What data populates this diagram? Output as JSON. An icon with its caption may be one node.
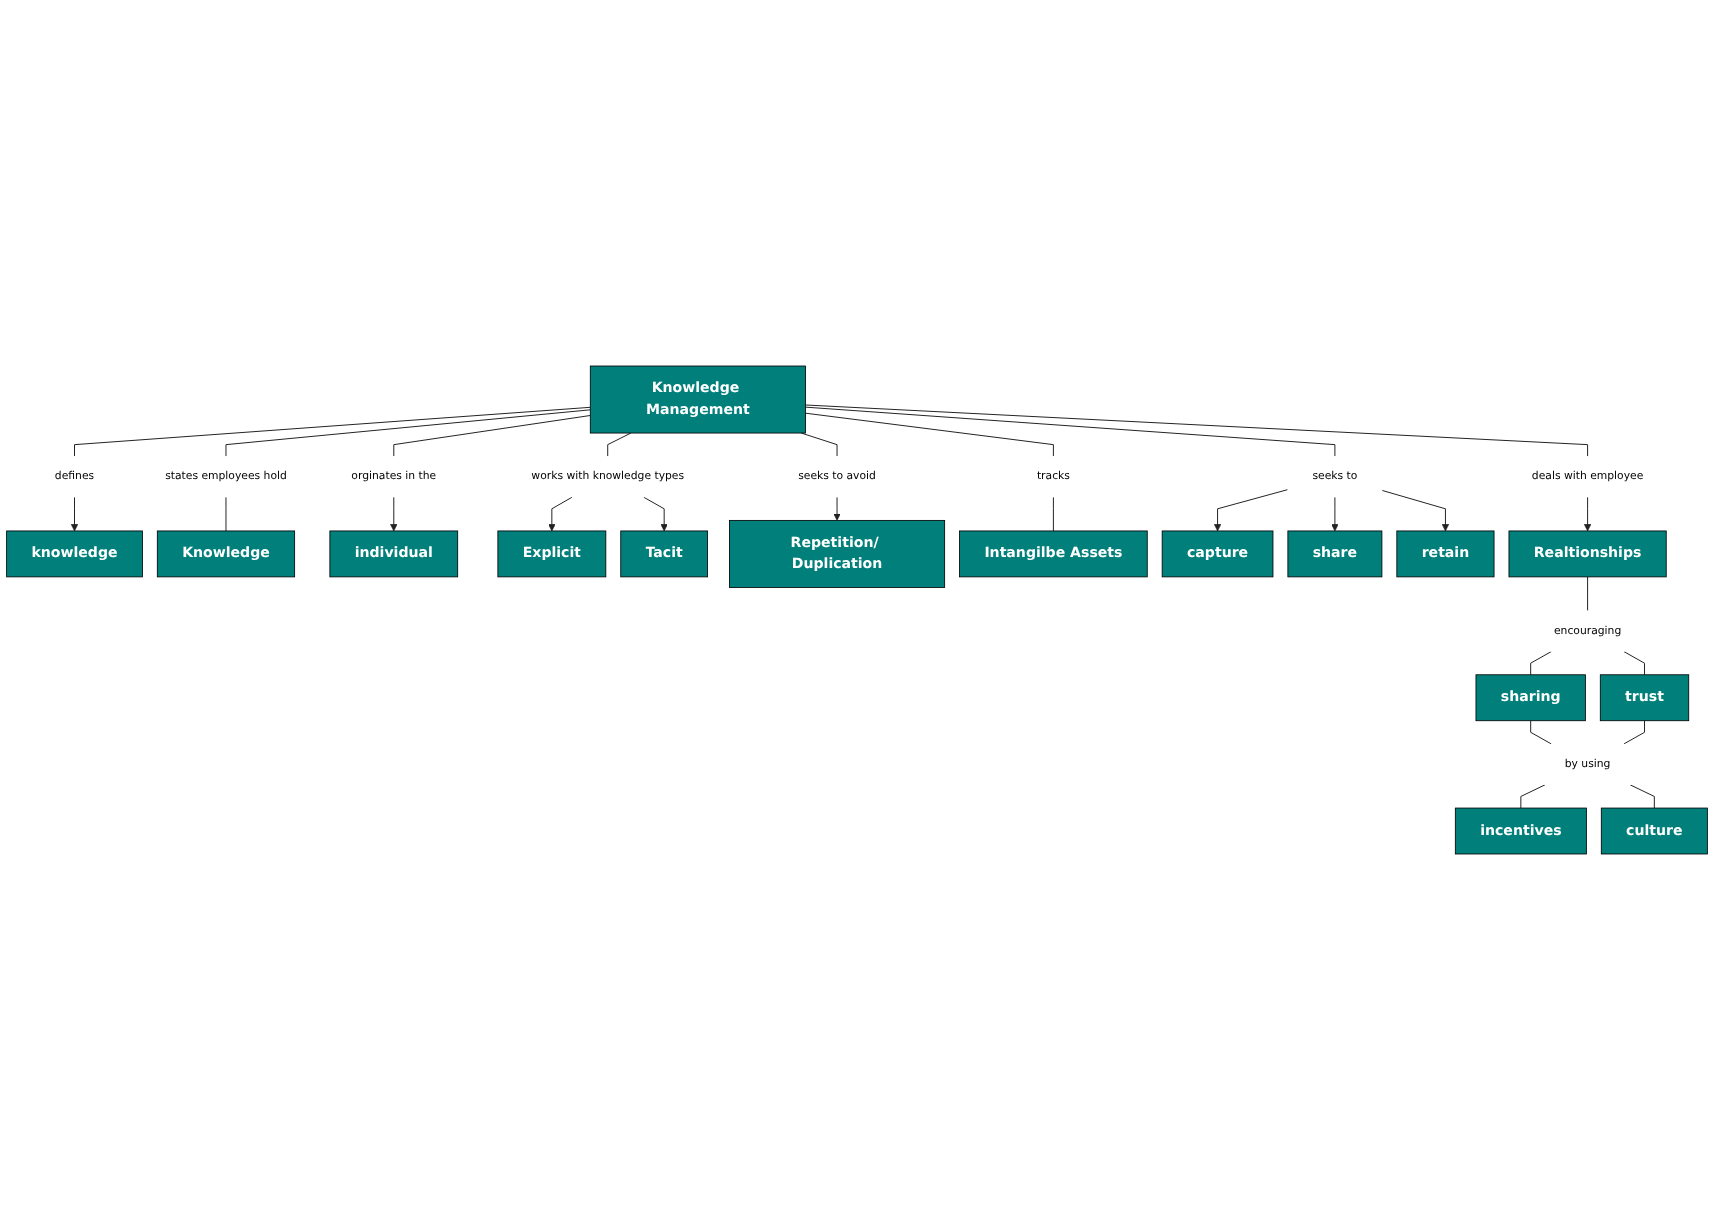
{
  "diagram": {
    "nodes": [
      {
        "text": [
          "knowledge"
        ]
      },
      {
        "text": [
          "Knowledge"
        ]
      },
      {
        "text": [
          "individual"
        ]
      },
      {
        "text": [
          "Explicit"
        ]
      },
      {
        "text": [
          "Knowledge Management"
        ]
      },
      {
        "text": [
          "Repetition/ Duplication"
        ]
      },
      {
        "text": [
          "Tacit"
        ]
      },
      {
        "text": [
          "capture"
        ]
      },
      {
        "text": [
          "share"
        ]
      },
      {
        "text": [
          "retain"
        ]
      },
      {
        "text": [
          "Intangilbe Assets"
        ]
      },
      {
        "text": [
          "Realtionships"
        ]
      },
      {
        "text": [
          "sharing"
        ]
      },
      {
        "text": [
          "trust"
        ]
      },
      {
        "text": [
          "incentives"
        ]
      },
      {
        "text": [
          "culture"
        ]
      },
      {
        "text": [
          "defines"
        ]
      },
      {
        "text": [
          "states employees hold"
        ]
      },
      {
        "text": [
          "orginates in the"
        ]
      },
      {
        "text": [
          "works with knowledge types"
        ]
      },
      {
        "text": [
          "seeks to avoid"
        ]
      },
      {
        "text": [
          "tracks"
        ]
      },
      {
        "text": [
          "seeks to"
        ]
      },
      {
        "text": [
          "deals with employee"
        ]
      },
      {
        "text": [
          "encouraging"
        ]
      },
      {
        "text": [
          "by using"
        ]
      }
    ],
    "edges": [
      {
        "from": 4,
        "to": 16,
        "arrow": "none"
      },
      {
        "from": 16,
        "to": 0,
        "arrow": "to"
      },
      {
        "from": 4,
        "to": 17,
        "arrow": "none"
      },
      {
        "from": 17,
        "to": 1,
        "arrow": "none"
      },
      {
        "from": 4,
        "to": 18,
        "arrow": "none"
      },
      {
        "from": 18,
        "to": 2,
        "arrow": "to"
      },
      {
        "from": 4,
        "to": 19,
        "arrow": "none"
      },
      {
        "from": 19,
        "to": 3,
        "arrow": "to"
      },
      {
        "from": 19,
        "to": 6,
        "arrow": "to"
      },
      {
        "from": 4,
        "to": 20,
        "arrow": "none"
      },
      {
        "from": 20,
        "to": 5,
        "arrow": "to"
      },
      {
        "from": 4,
        "to": 21,
        "arrow": "none"
      },
      {
        "from": 21,
        "to": 10,
        "arrow": "none"
      },
      {
        "from": 4,
        "to": 22,
        "arrow": "none"
      },
      {
        "from": 22,
        "to": 7,
        "arrow": "to"
      },
      {
        "from": 22,
        "to": 8,
        "arrow": "to"
      },
      {
        "from": 22,
        "to": 9,
        "arrow": "to"
      },
      {
        "from": 4,
        "to": 23,
        "arrow": "none"
      },
      {
        "from": 23,
        "to": 11,
        "arrow": "to"
      },
      {
        "from": 11,
        "to": 24,
        "arrow": "none"
      },
      {
        "from": 24,
        "to": 12,
        "arrow": "none"
      },
      {
        "from": 24,
        "to": 13,
        "arrow": "none"
      },
      {
        "from": 12,
        "to": 25,
        "arrow": "none"
      },
      {
        "from": 13,
        "to": 25,
        "arrow": "none"
      },
      {
        "from": 25,
        "to": 14,
        "arrow": "none"
      },
      {
        "from": 25,
        "to": 15,
        "arrow": "none"
      }
    ]
  }
}
